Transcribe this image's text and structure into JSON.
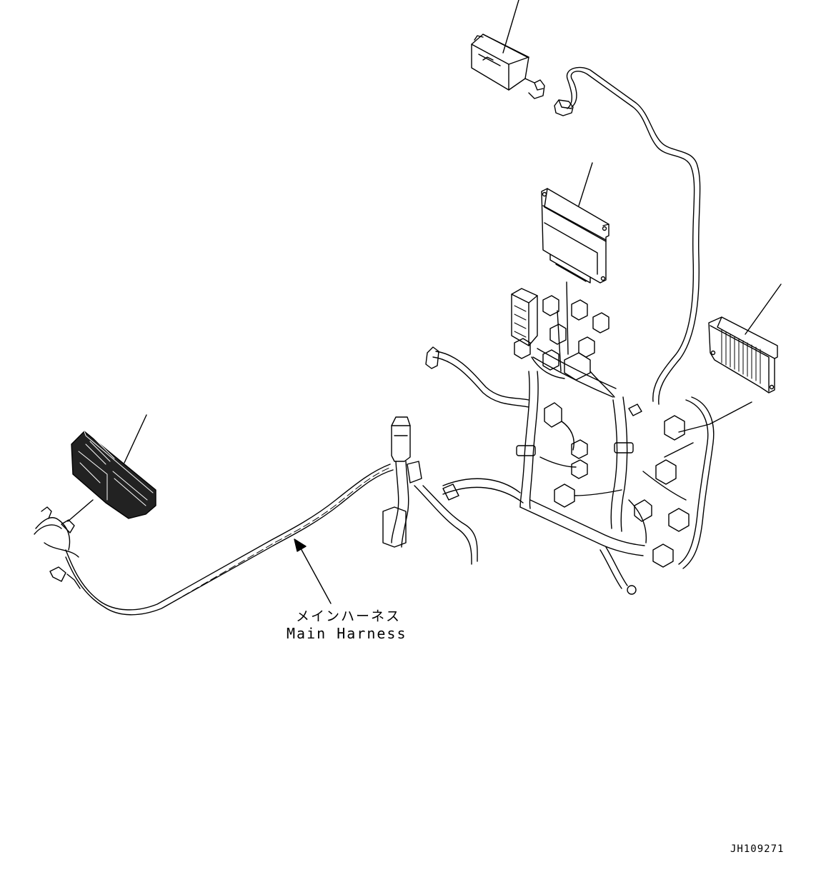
{
  "callout": {
    "label_jp": "メインハーネス",
    "label_en": "Main Harness"
  },
  "drawing_id": "JH109271",
  "colors": {
    "line": "#000000",
    "background": "#ffffff"
  }
}
